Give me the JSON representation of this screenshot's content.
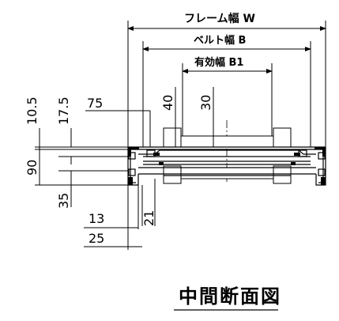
{
  "drawing": {
    "frame_width_label": "フレーム幅 W",
    "belt_width_label": "ベルト幅 B",
    "effective_width_label": "有効幅 B1",
    "dimensions": {
      "d_10_5": "10.5",
      "d_17_5": "17.5",
      "d_75": "75",
      "d_40": "40",
      "d_30": "30",
      "d_90": "90",
      "d_35": "35",
      "d_13": "13",
      "d_21": "21",
      "d_25": "25"
    },
    "title": "中間断面図"
  }
}
